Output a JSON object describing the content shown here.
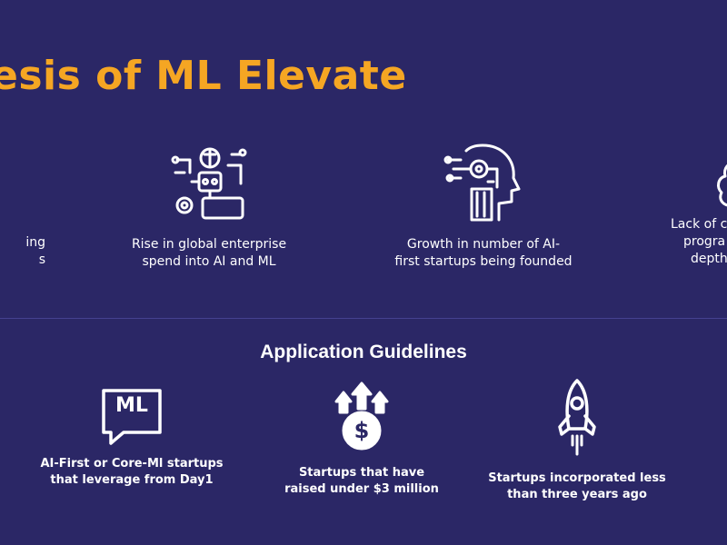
{
  "header": {
    "title": "esis of ML Elevate"
  },
  "thesis_items": [
    {
      "icon": "document-icon",
      "line1": "ing",
      "line2": "s"
    },
    {
      "icon": "robot-gears-icon",
      "line1": "Rise in global enterprise",
      "line2": "spend into AI and ML"
    },
    {
      "icon": "ai-head-circuit-icon",
      "line1": "Growth in number of AI-",
      "line2": "first startups being founded"
    },
    {
      "icon": "brain-icon",
      "line1": "Lack of c",
      "line2": "progra",
      "line3": "depth"
    }
  ],
  "guidelines": {
    "title": "Application Guidelines",
    "items": [
      {
        "icon": "ml-chat-bubble-icon",
        "badge": "ML",
        "line1": "AI-First or Core-Ml startups",
        "line2": "that leverage from Day1"
      },
      {
        "icon": "dollar-arrows-icon",
        "line1": "Startups that have",
        "line2": "raised under $3 million"
      },
      {
        "icon": "rocket-icon",
        "line1": "Startups incorporated less",
        "line2": "than three years ago"
      }
    ]
  },
  "colors": {
    "background": "#2b2766",
    "accent": "#f5a623",
    "text": "#ffffff"
  }
}
